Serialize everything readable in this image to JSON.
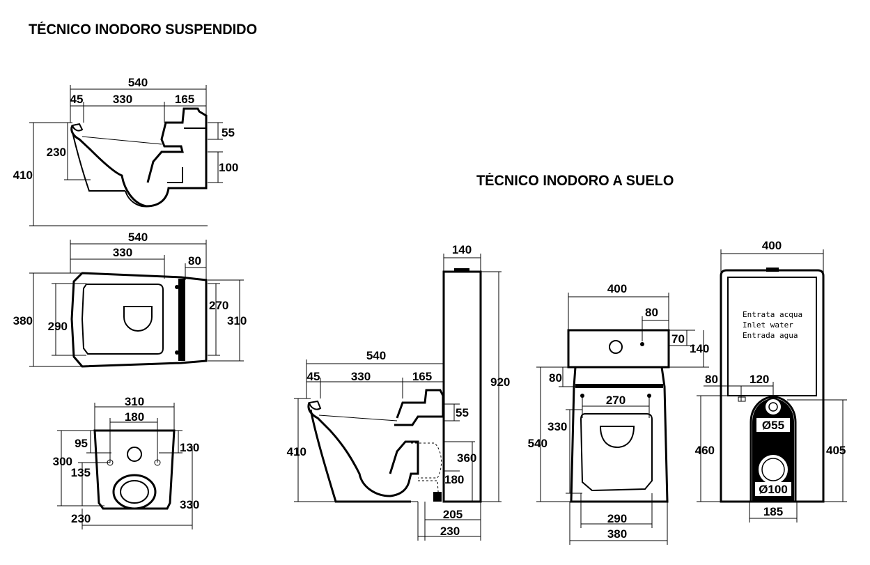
{
  "titles": {
    "suspended": "TÉCNICO INODORO SUSPENDIDO",
    "floor": "TÉCNICO INODORO A SUELO"
  },
  "suspended_side": {
    "total_depth": "540",
    "front": "45",
    "mid": "330",
    "rear": "165",
    "inlet_height": "55",
    "bowl_height": "230",
    "total_height": "410",
    "outlet_height": "100"
  },
  "suspended_top": {
    "total_depth": "540",
    "seat_depth": "330",
    "rear_band": "80",
    "total_width": "380",
    "seat_width": "290",
    "rear_width_inner": "270",
    "rear_width_outer": "310"
  },
  "suspended_back": {
    "width": "310",
    "bolt_spacing": "180",
    "left_offset": "95",
    "right_offset": "130",
    "height": "300",
    "bolt_height": "135",
    "bottom_width": "230",
    "outlet_height": "330"
  },
  "floor_side": {
    "tank_depth": "140",
    "total_depth": "540",
    "front": "45",
    "mid": "330",
    "rear": "165",
    "inlet_height": "55",
    "bowl_height": "410",
    "total_height": "920",
    "outlet_high": "360",
    "outlet_low": "180",
    "outlet_offset": "205",
    "base_offset": "230"
  },
  "floor_top": {
    "tank_width": "400",
    "inlet_offset": "80",
    "inlet_height": "70",
    "tank_depth": "140",
    "rear_offset": "80",
    "fix_spacing": "270",
    "seat_depth": "330",
    "total_depth": "540",
    "seat_width": "290",
    "base_width": "380"
  },
  "floor_back": {
    "tank_width": "400",
    "inlet_note": [
      "Entrata acqua",
      "Inlet water",
      "Entrada agua"
    ],
    "left_offset": "80",
    "inlet_spacing": "120",
    "small_dia": "Ø55",
    "large_dia": "Ø100",
    "height_left": "460",
    "height_right": "405",
    "bottom_width": "185"
  }
}
